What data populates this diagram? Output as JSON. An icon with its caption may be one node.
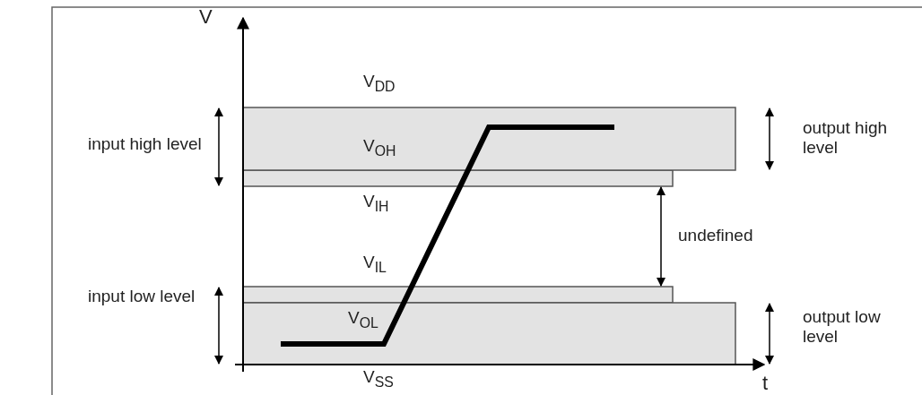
{
  "diagram": {
    "labels": [
      "V",
      "V$_{DD}$",
      "input high level",
      "output high level",
      "V$_{OH}$",
      "V$_{IH}$",
      "undefined",
      "V$_{IL}$",
      "input low level",
      "output low level",
      "V$_{OL}$",
      "V$_{SS}$",
      "t"
    ]
  }
}
